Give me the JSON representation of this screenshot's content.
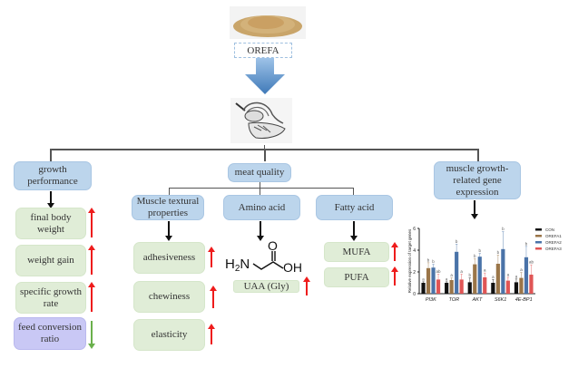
{
  "top": {
    "ingredient_label": "OREFA",
    "powder_image": "feed-powder-photo",
    "organ_image": "fish-viscera-drawing"
  },
  "level1": {
    "growth": "growth performance",
    "meat": "meat quality",
    "gene": "muscle growth-related gene expression"
  },
  "growth_items": [
    {
      "label": "final body weight",
      "trend": "up"
    },
    {
      "label": "weight gain",
      "trend": "up"
    },
    {
      "label": "specific growth rate",
      "trend": "up"
    },
    {
      "label": "feed conversion ratio",
      "trend": "down"
    }
  ],
  "meat_sub": {
    "texture": "Muscle textural properties",
    "amino": "Amino acid",
    "fatty": "Fatty acid"
  },
  "texture_items": [
    {
      "label": "adhesiveness",
      "trend": "up"
    },
    {
      "label": "chewiness",
      "trend": "up"
    },
    {
      "label": "elasticity",
      "trend": "up"
    }
  ],
  "amino_item": {
    "label": "UAA (Gly)",
    "trend": "up",
    "structure": {
      "h2n": "H2N",
      "o": "O",
      "oh": "OH"
    }
  },
  "fatty_items": [
    {
      "label": "MUFA",
      "trend": "up"
    },
    {
      "label": "PUFA",
      "trend": "up"
    }
  ],
  "colors": {
    "up": "#ee1c1c",
    "down": "#6ab04c",
    "blue_box": "#bcd5ec",
    "green_box": "#e0edd7",
    "purple_box": "#c9c8f5"
  },
  "chart_data": {
    "type": "bar",
    "title": "",
    "xlabel": "",
    "ylabel": "Relative expression of target genes",
    "ylim": [
      0,
      6
    ],
    "yticks": [
      "0",
      "2",
      "4",
      "6"
    ],
    "categories": [
      "PI3K",
      "TOR",
      "AKT",
      "S6K1",
      "4E-BP1"
    ],
    "legend_position": "right",
    "series": [
      {
        "name": "CON",
        "color": "#111111",
        "values": [
          1.0,
          1.0,
          1.05,
          1.0,
          1.05
        ],
        "errors": [
          0.1,
          0.1,
          0.4,
          0.3,
          0.3
        ],
        "labels": [
          "a",
          "a",
          "b",
          "a",
          "a"
        ]
      },
      {
        "name": "OREFA1",
        "color": "#9a7548",
        "values": [
          2.35,
          1.25,
          2.7,
          2.75,
          1.45
        ],
        "errors": [
          0.5,
          0.2,
          0.5,
          0.8,
          0.5
        ],
        "labels": [
          "b",
          "a",
          "b",
          "b",
          "a"
        ]
      },
      {
        "name": "OREFA2",
        "color": "#4a73a8",
        "values": [
          2.4,
          3.85,
          3.4,
          4.1,
          3.35
        ],
        "errors": [
          0.3,
          0.7,
          0.3,
          1.6,
          1.0
        ],
        "labels": [
          "b",
          "b",
          "b",
          "b",
          "b"
        ]
      },
      {
        "name": "OREFA3",
        "color": "#e05555",
        "values": [
          1.3,
          1.3,
          1.5,
          1.2,
          1.75
        ],
        "errors": [
          0.5,
          0.5,
          0.4,
          0.3,
          0.9
        ],
        "labels": [
          "ab",
          "a",
          "a",
          "a",
          "ab"
        ]
      }
    ]
  }
}
